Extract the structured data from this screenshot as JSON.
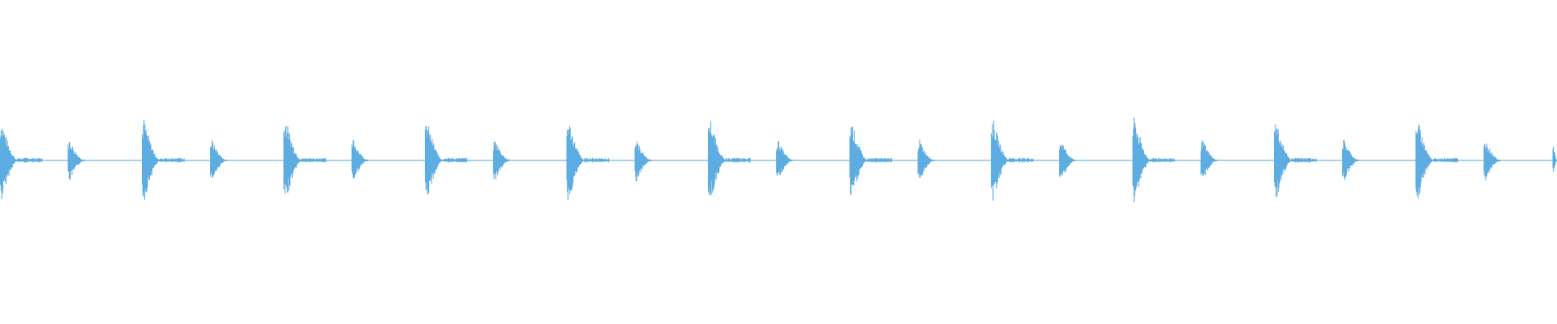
{
  "waveform": {
    "color": "#5dade2",
    "background": "#ffffff",
    "beat_count": 11,
    "pattern": [
      "strong-hit",
      "weak-hit"
    ]
  }
}
